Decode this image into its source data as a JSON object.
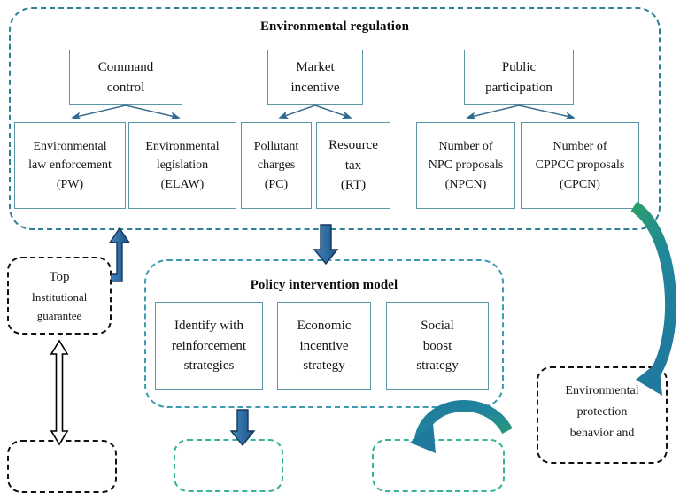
{
  "figure": {
    "groups": {
      "environmental_regulation": {
        "title": "Environmental regulation",
        "parents": [
          {
            "id": "command-control",
            "lines": [
              "Command",
              "control"
            ]
          },
          {
            "id": "market-incentive",
            "lines": [
              "Market",
              "incentive"
            ]
          },
          {
            "id": "public-participation",
            "lines": [
              "Public",
              "participation"
            ]
          }
        ],
        "children": [
          {
            "id": "pw",
            "lines": [
              "Environmental",
              "law enforcement",
              "(PW)"
            ]
          },
          {
            "id": "elaw",
            "lines": [
              "Environmental",
              "legislation",
              "(ELAW)"
            ]
          },
          {
            "id": "pc",
            "lines": [
              "Pollutant",
              "charges",
              "(PC)"
            ]
          },
          {
            "id": "rt",
            "lines": [
              "Resource",
              "tax",
              "(RT)"
            ]
          },
          {
            "id": "npcn",
            "lines": [
              "Number of",
              "NPC proposals",
              "(NPCN)"
            ]
          },
          {
            "id": "cpcn",
            "lines": [
              "Number of",
              "CPPCC proposals",
              "(CPCN)"
            ]
          }
        ]
      },
      "policy_intervention": {
        "title": "Policy intervention model",
        "children": [
          {
            "id": "identify-reinforcement",
            "lines": [
              "Identify with",
              "reinforcement",
              "strategies"
            ]
          },
          {
            "id": "economic-incentive",
            "lines": [
              "Economic",
              "incentive",
              "strategy"
            ]
          },
          {
            "id": "social-boost",
            "lines": [
              "Social",
              "boost",
              "strategy"
            ]
          }
        ]
      }
    },
    "nodes": [
      {
        "id": "top-institutional-guarantee",
        "lines": [
          "Top",
          "Institutional",
          "guarantee"
        ]
      },
      {
        "id": "environmental-protection-behavior",
        "lines": [
          "Environmental",
          "protection",
          "behavior and"
        ]
      }
    ],
    "colors": {
      "group_border": "#2f7f95",
      "group_border_light": "#3e9ab2",
      "box_border": "#5b97a8",
      "dashed_black": "#111111",
      "dashed_green": "#35b39a",
      "thin_arrow": "#3c6e8f",
      "block_arrow_fill": "#2e6da4",
      "block_arrow_stroke": "#17365d",
      "hollow_arrow": "#000000",
      "curve_green": "#2a9d6e",
      "curve_blue": "#1f7a9e",
      "text": "#141414"
    }
  }
}
